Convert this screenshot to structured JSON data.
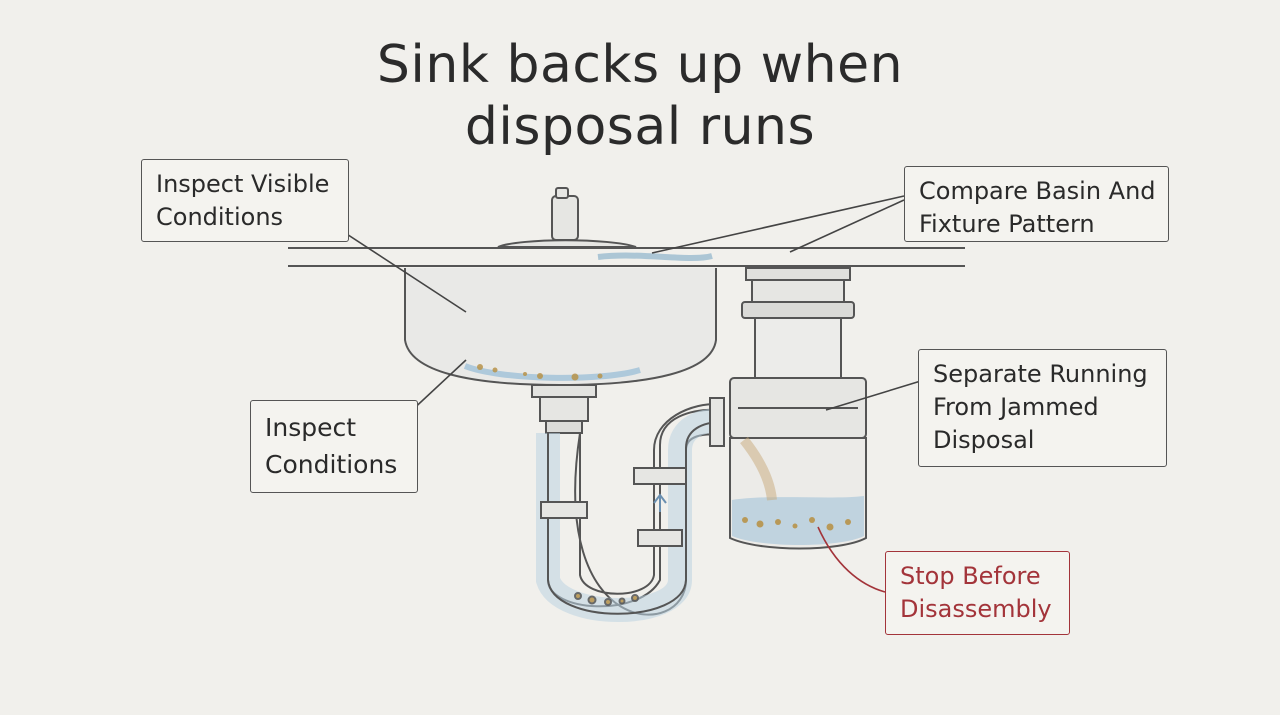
{
  "title": {
    "line1": "Sink backs up when",
    "line2": "disposal runs"
  },
  "callouts": {
    "inspect_visible": {
      "line1": "Inspect Visible",
      "line2": "Conditions"
    },
    "compare_basin": {
      "line1": "Compare Basin And",
      "line2": "Fixture Pattern"
    },
    "inspect_conditions": {
      "line1": "Inspect",
      "line2": "Conditions"
    },
    "separate_running": {
      "line1": "Separate Running",
      "line2": "From Jammed",
      "line3": "Disposal"
    },
    "stop_before": {
      "line1": "Stop Before",
      "line2": "Disassembly"
    }
  },
  "colors": {
    "background": "#f1f0ec",
    "ink": "#2b2b2b",
    "warning": "#a3343a",
    "water": "#9fc0d8",
    "debris": "#b8934a"
  }
}
